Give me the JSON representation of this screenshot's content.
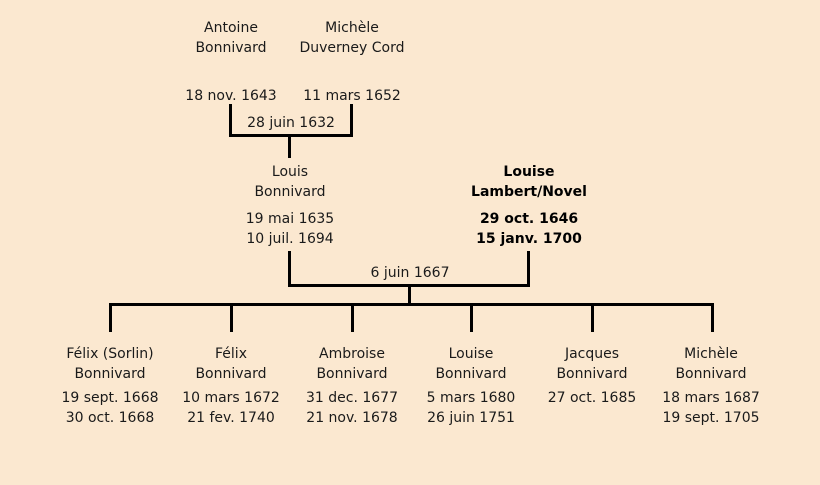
{
  "colors": {
    "bg": "#fbe8d0",
    "line": "#000000",
    "text": "#1a1a1a"
  },
  "generation1": {
    "father": {
      "given": "Antoine",
      "surname": "Bonnivard",
      "date1": "18 nov. 1643"
    },
    "mother": {
      "given": "Michèle",
      "surname": "Duverney Cord",
      "date1": "11 mars 1652"
    },
    "marriage_date": "28 juin 1632"
  },
  "generation2": {
    "father": {
      "given": "Louis",
      "surname": "Bonnivard",
      "date1": "19 mai 1635",
      "date2": "10 juil. 1694"
    },
    "mother": {
      "given": "Louise",
      "surname": "Lambert/Novel",
      "date1": "29 oct. 1646",
      "date2": "15 janv. 1700"
    },
    "marriage_date": "6 juin 1667"
  },
  "children": [
    {
      "given": "Félix (Sorlin)",
      "surname": "Bonnivard",
      "date1": "19 sept. 1668",
      "date2": "30 oct. 1668"
    },
    {
      "given": "Félix",
      "surname": "Bonnivard",
      "date1": "10 mars 1672",
      "date2": "21 fev. 1740"
    },
    {
      "given": "Ambroise",
      "surname": "Bonnivard",
      "date1": "31 dec. 1677",
      "date2": "21 nov. 1678"
    },
    {
      "given": "Louise",
      "surname": "Bonnivard",
      "date1": "5 mars 1680",
      "date2": "26 juin 1751"
    },
    {
      "given": "Jacques",
      "surname": "Bonnivard",
      "date1": "27 oct. 1685",
      "date2": ""
    },
    {
      "given": "Michèle",
      "surname": "Bonnivard",
      "date1": "18 mars 1687",
      "date2": "19 sept. 1705"
    }
  ]
}
